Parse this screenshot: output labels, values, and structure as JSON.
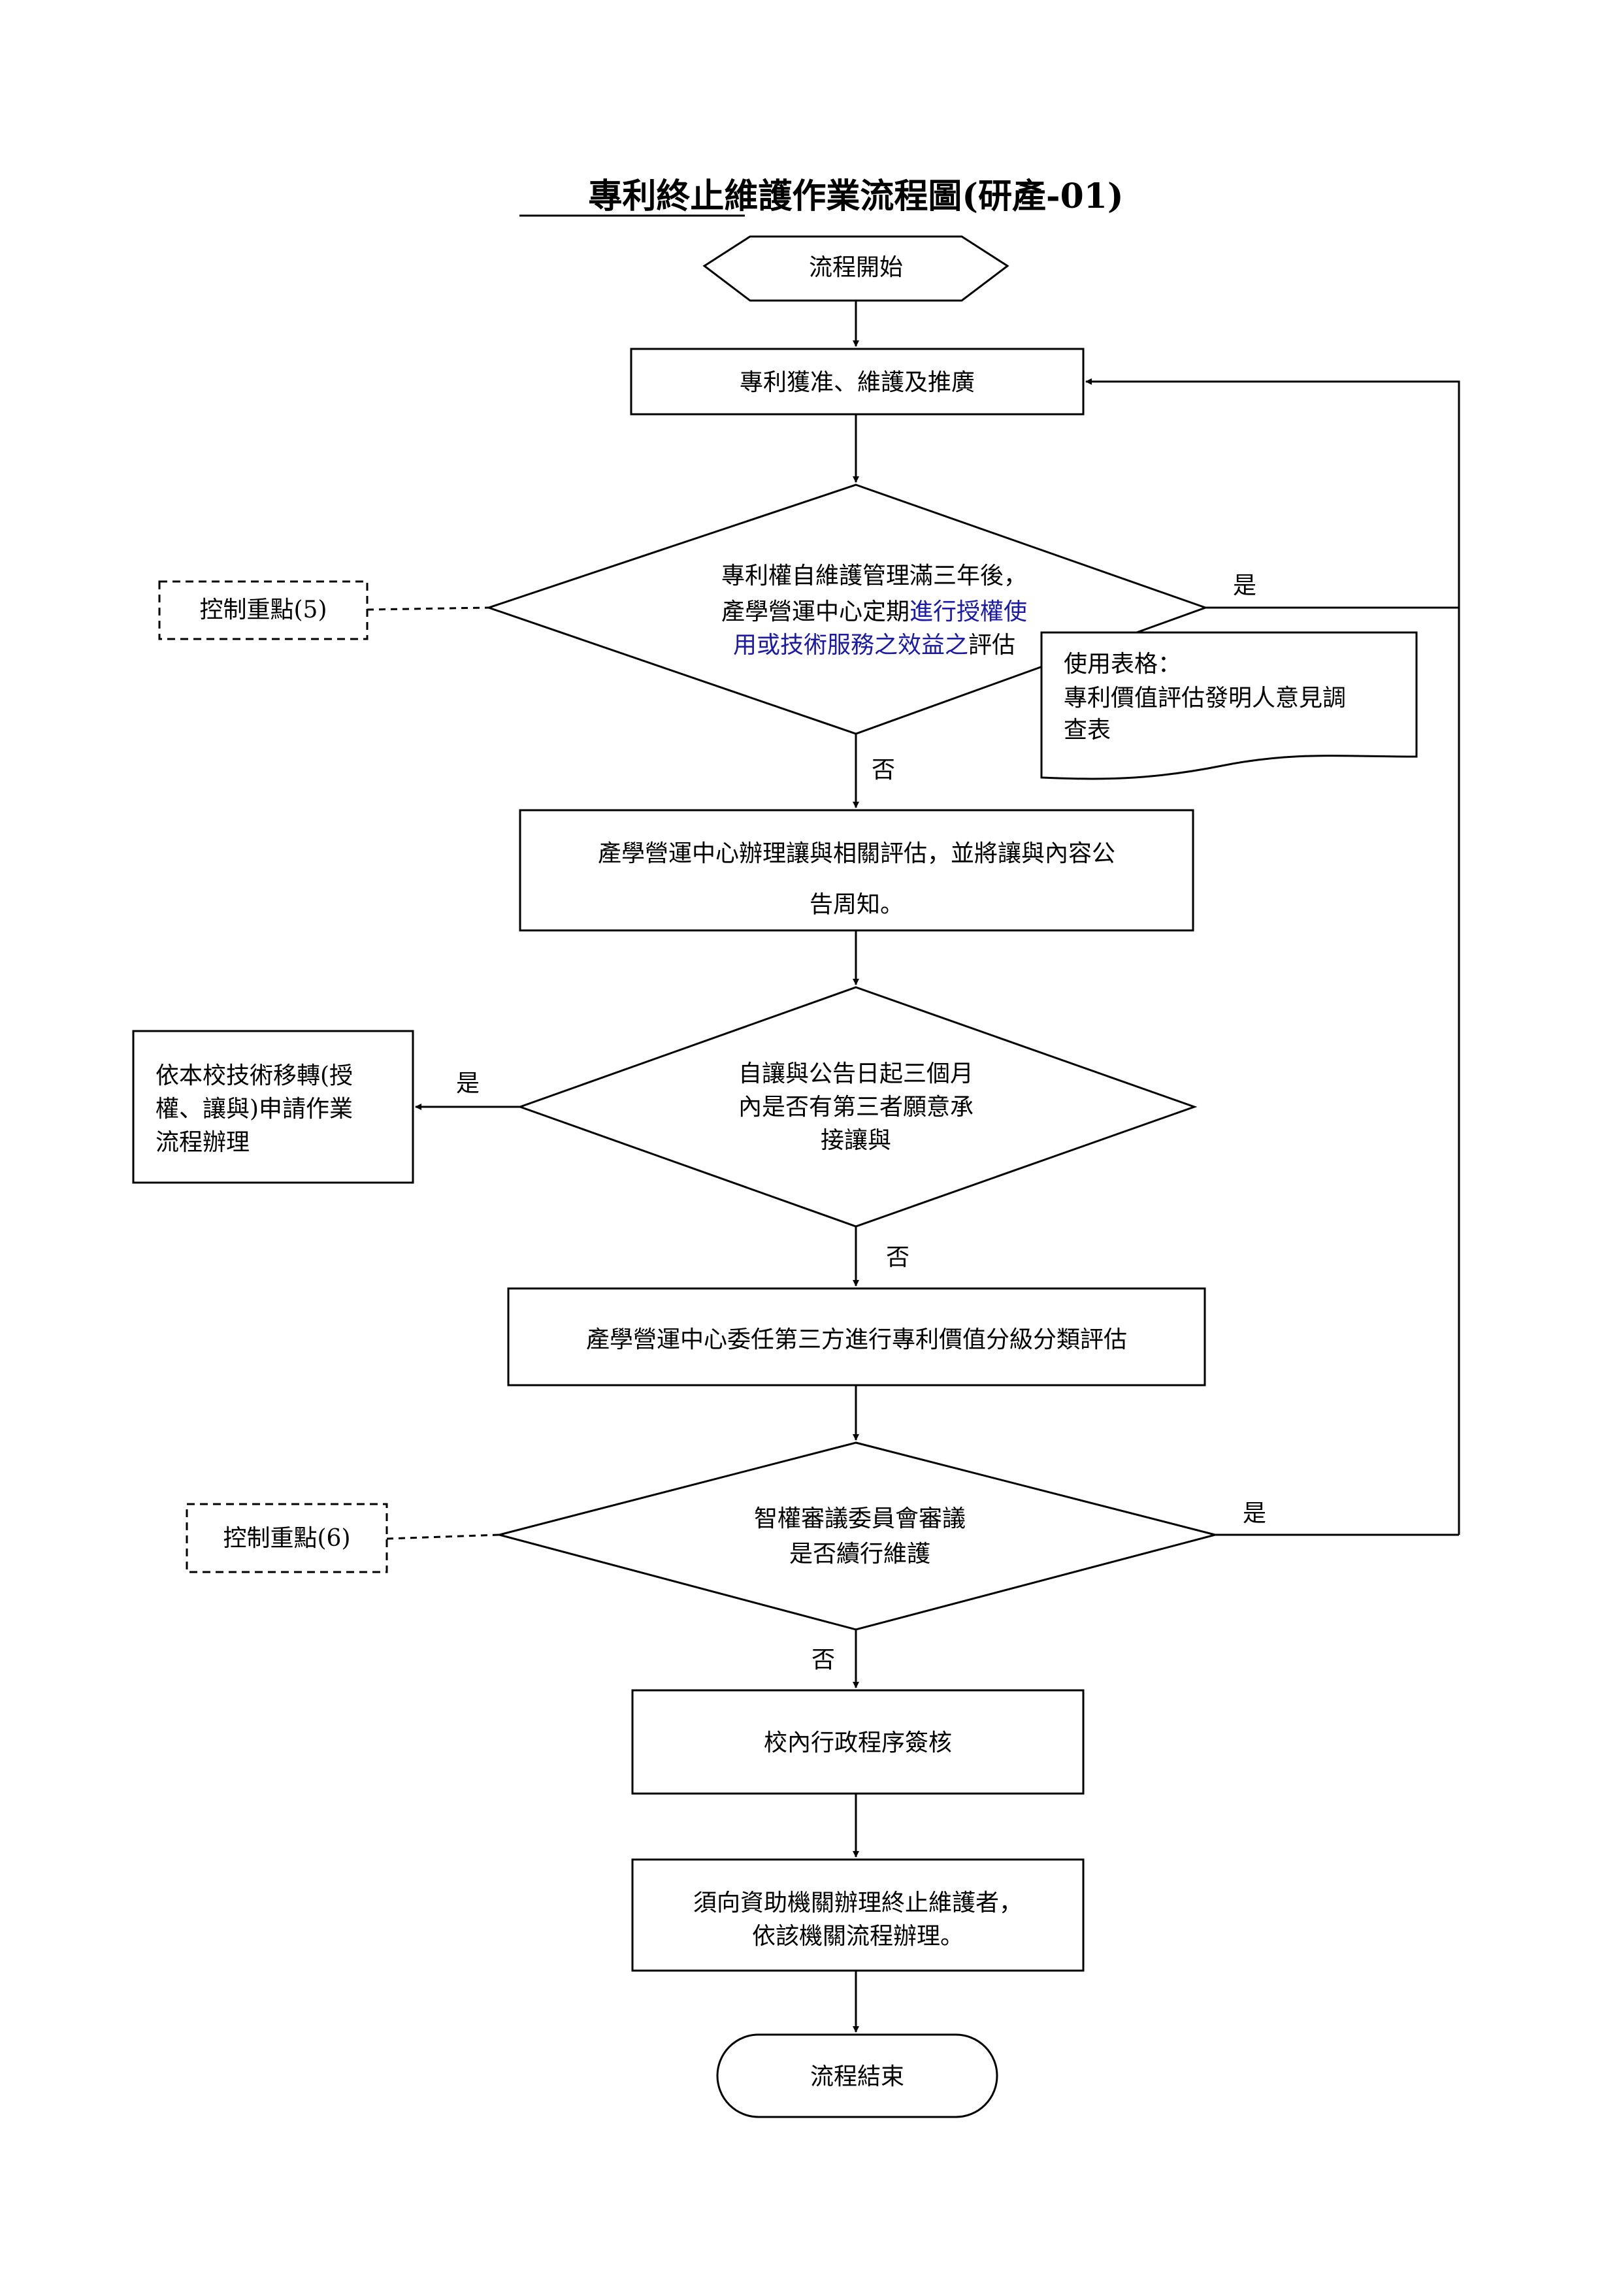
{
  "title": "專利終止維護作業流程圖(研產-01)",
  "nodes": {
    "start": "流程開始",
    "grant_maintain": "專利獲准、維護及推廣",
    "decision1": {
      "line1": "專利權自維護管理滿三年後，",
      "line2_black": "產學營運中心定期",
      "line2_blue": "進行授權使",
      "line3_blue": "用或技術服務之效益之",
      "line3_black": "評估"
    },
    "form_note": {
      "line1": "使用表格：",
      "line2": "專利價值評估發明人意見調",
      "line3": "查表"
    },
    "transfer_eval": {
      "line1": "產學營運中心辦理讓與相關評估，並將讓與內容公",
      "line2": "告周知。"
    },
    "decision2": {
      "line1": "自讓與公告日起三個月",
      "line2": "內是否有第三者願意承",
      "line3": "接讓與"
    },
    "tech_transfer": {
      "line1": "依本校技術移轉(授",
      "line2": "權、讓與)申請作業",
      "line3": "流程辦理"
    },
    "third_party_eval": "產學營運中心委任第三方進行專利價值分級分類評估",
    "decision3": {
      "line1": "智權審議委員會審議",
      "line2": "是否續行維護"
    },
    "admin_sign": "校內行政程序簽核",
    "funding_agency": {
      "line1": "須向資助機關辦理終止維護者，",
      "line2": "依該機關流程辦理。"
    },
    "end": "流程結束"
  },
  "control_points": {
    "cp5": "控制重點(5)",
    "cp6": "控制重點(6)"
  },
  "edge_labels": {
    "yes1": "是",
    "no1": "否",
    "yes2": "是",
    "no2": "否",
    "yes3": "是",
    "no3": "否"
  },
  "colors": {
    "highlight_text": "#1a1aa6"
  }
}
